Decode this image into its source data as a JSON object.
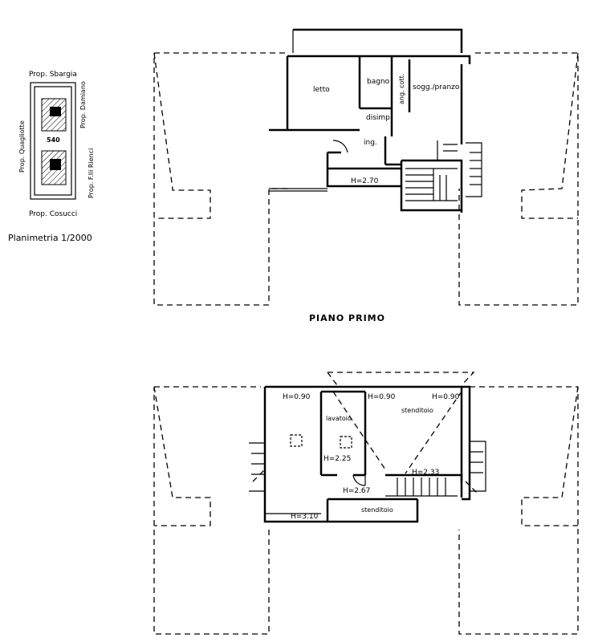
{
  "site_plan": {
    "neighbors": {
      "north": "Prop. Sbargia",
      "east_top": "Prop. Damiano",
      "west": "Prop. Quagliotte",
      "east_bottom": "Prop. F.lli Rienci",
      "south": "Prop. Cosucci"
    },
    "parcel": "540",
    "caption": "Planimetria 1/2000"
  },
  "first_floor": {
    "title": "PIANO PRIMO",
    "rooms": {
      "bedroom": "letto",
      "bathroom": "bagno",
      "kitchenette": "ang. cott.",
      "living_dining": "sogg./pranzo",
      "hallway": "disimp.",
      "entrance": "ing.",
      "height": "H=2.70"
    }
  },
  "attic": {
    "heights": {
      "left_top": "H=0.90",
      "mid_top": "H=0.90",
      "right_top": "H=0.90",
      "laundry_h": "H=2.25",
      "stair_h": "H=2.33",
      "center_h": "H=2.67",
      "bottom_h": "H=3.10"
    },
    "rooms": {
      "laundry": "lavatoio",
      "drying_top": "stenditoio",
      "drying_bottom": "stenditoio"
    }
  }
}
